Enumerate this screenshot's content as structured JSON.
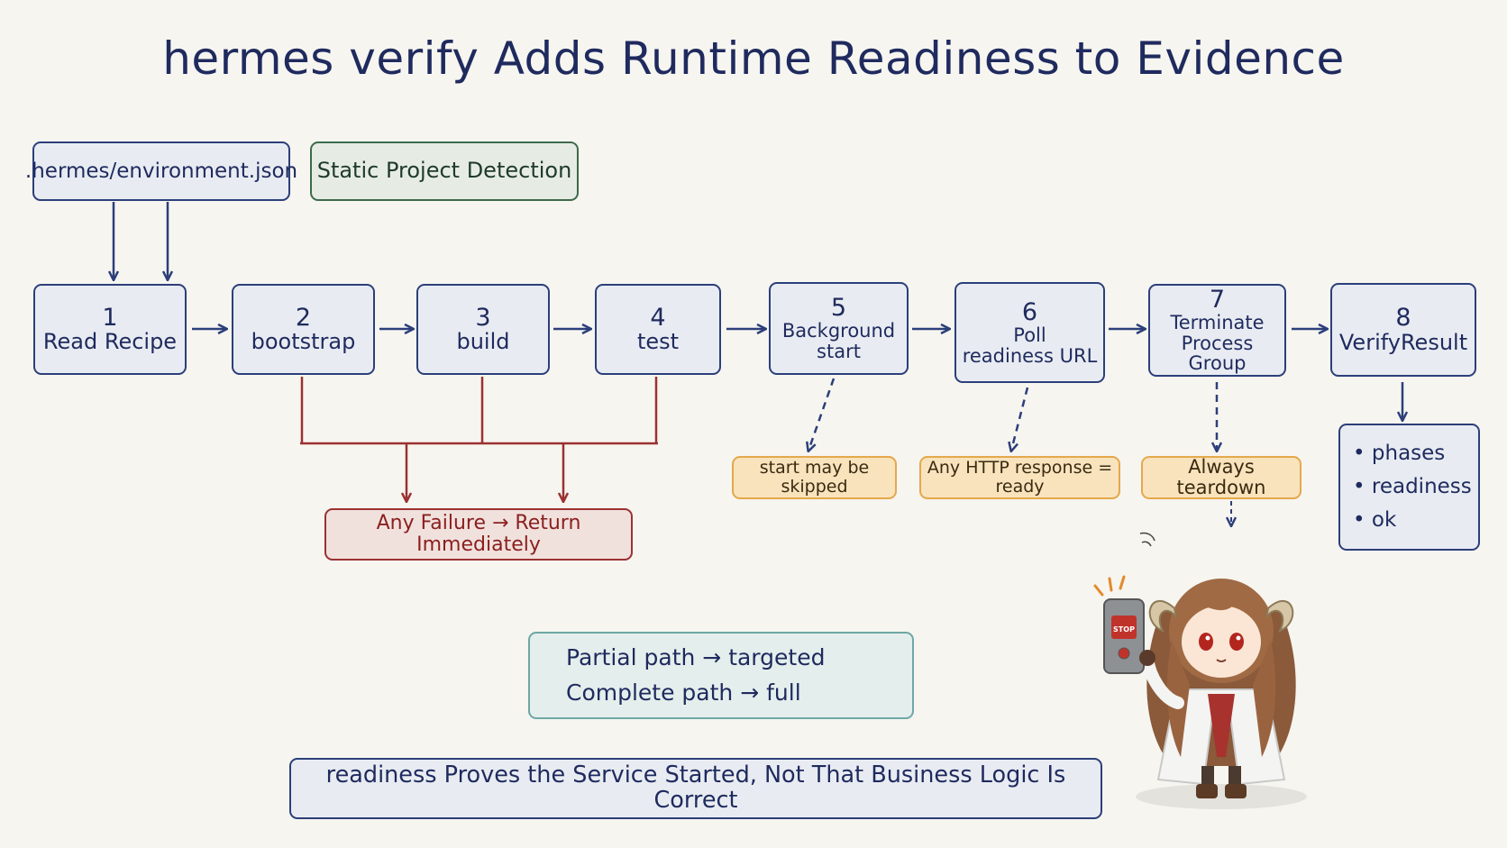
{
  "title": "hermes verify Adds Runtime Readiness to Evidence",
  "inputs": {
    "env_file": ".hermes/environment.json",
    "static_detect": "Static Project Detection"
  },
  "steps": [
    {
      "num": "1",
      "label": "Read Recipe"
    },
    {
      "num": "2",
      "label": "bootstrap"
    },
    {
      "num": "3",
      "label": "build"
    },
    {
      "num": "4",
      "label": "test"
    },
    {
      "num": "5",
      "label_line1": "Background",
      "label_line2": "start"
    },
    {
      "num": "6",
      "label_line1": "Poll",
      "label_line2": "readiness URL"
    },
    {
      "num": "7",
      "label_line1": "Terminate",
      "label_line2": "Process Group"
    },
    {
      "num": "8",
      "label": "VerifyResult"
    }
  ],
  "notes": {
    "failure": "Any Failure → Return Immediately",
    "start_skip": "start may be skipped",
    "http_ready": "Any HTTP response = ready",
    "teardown": "Always teardown"
  },
  "result_items": [
    "phases",
    "readiness",
    "ok"
  ],
  "paths": {
    "partial": "Partial path → targeted",
    "complete": "Complete path → full"
  },
  "footer": "readiness Proves the Service Started, Not That Business Logic Is Correct",
  "mascot": {
    "stop_label": "STOP"
  },
  "colors": {
    "navy": "#2c3f7a",
    "red": "#9b3131",
    "green": "#3e6a4c",
    "orange": "#e5a84b",
    "teal": "#6fa7a5"
  }
}
